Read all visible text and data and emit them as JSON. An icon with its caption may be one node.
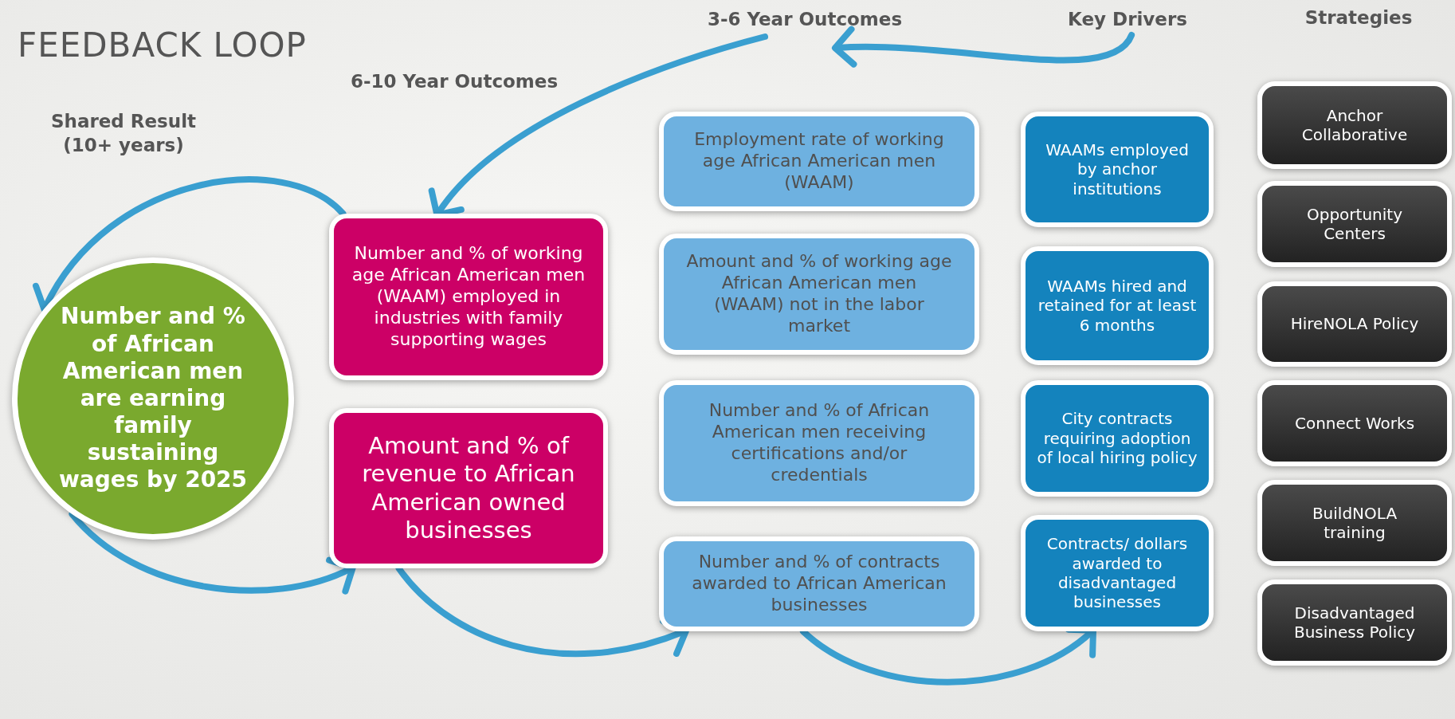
{
  "diagram": {
    "title": "FEEDBACK LOOP",
    "nodes": [
      {
        "text": [
          "3-6 Year Outcomes"
        ]
      },
      {
        "text": [
          "Key Drivers"
        ]
      },
      {
        "text": [
          "Number and % of African American men are earning family sustaining wages by 2025"
        ]
      },
      {
        "text": [
          "Number and  % of working age African American men (WAAM) employed in industries with family supporting wages"
        ]
      },
      {
        "text": [
          "Amount and % of revenue to African American owned businesses"
        ]
      },
      {
        "text": [
          "Employment rate of working age African American men (WAAM)"
        ]
      },
      {
        "text": [
          "Amount and % of working age African American men (WAAM) not in the labor market"
        ]
      },
      {
        "text": [
          "Number and % of African American men receiving certifications and/or credentials"
        ]
      },
      {
        "text": [
          "Number and % of contracts awarded to African American businesses"
        ]
      },
      {
        "text": [
          "WAAMs employed by anchor institutions"
        ]
      },
      {
        "text": [
          "WAAMs hired and retained for at least 6 months"
        ]
      },
      {
        "text": [
          "City contracts requiring adoption of local hiring policy"
        ]
      },
      {
        "text": [
          "Contracts/ dollars awarded to disadvantaged businesses"
        ]
      },
      {
        "text": [
          "Anchor Collaborative"
        ]
      },
      {
        "text": [
          "Opportunity Centers"
        ]
      },
      {
        "text": [
          "HireNOLA Policy"
        ]
      },
      {
        "text": [
          "Connect Works"
        ]
      },
      {
        "text": [
          "BuildNOLA training"
        ]
      },
      {
        "text": [
          "Disadvantaged Business Policy"
        ]
      }
    ],
    "edges": [
      {
        "from": 1,
        "to": 0,
        "arrow": "to"
      },
      {
        "from": 0,
        "to": 3,
        "arrow": "to"
      },
      {
        "from": 3,
        "to": 2,
        "arrow": "to"
      },
      {
        "from": 2,
        "to": 4,
        "arrow": "to"
      },
      {
        "from": 4,
        "to": 8,
        "arrow": "to"
      },
      {
        "from": 8,
        "to": 12,
        "arrow": "to"
      }
    ],
    "labels": [
      "Strategies",
      "6-10 Year Outcomes",
      "Shared Result (10+ years)"
    ]
  }
}
